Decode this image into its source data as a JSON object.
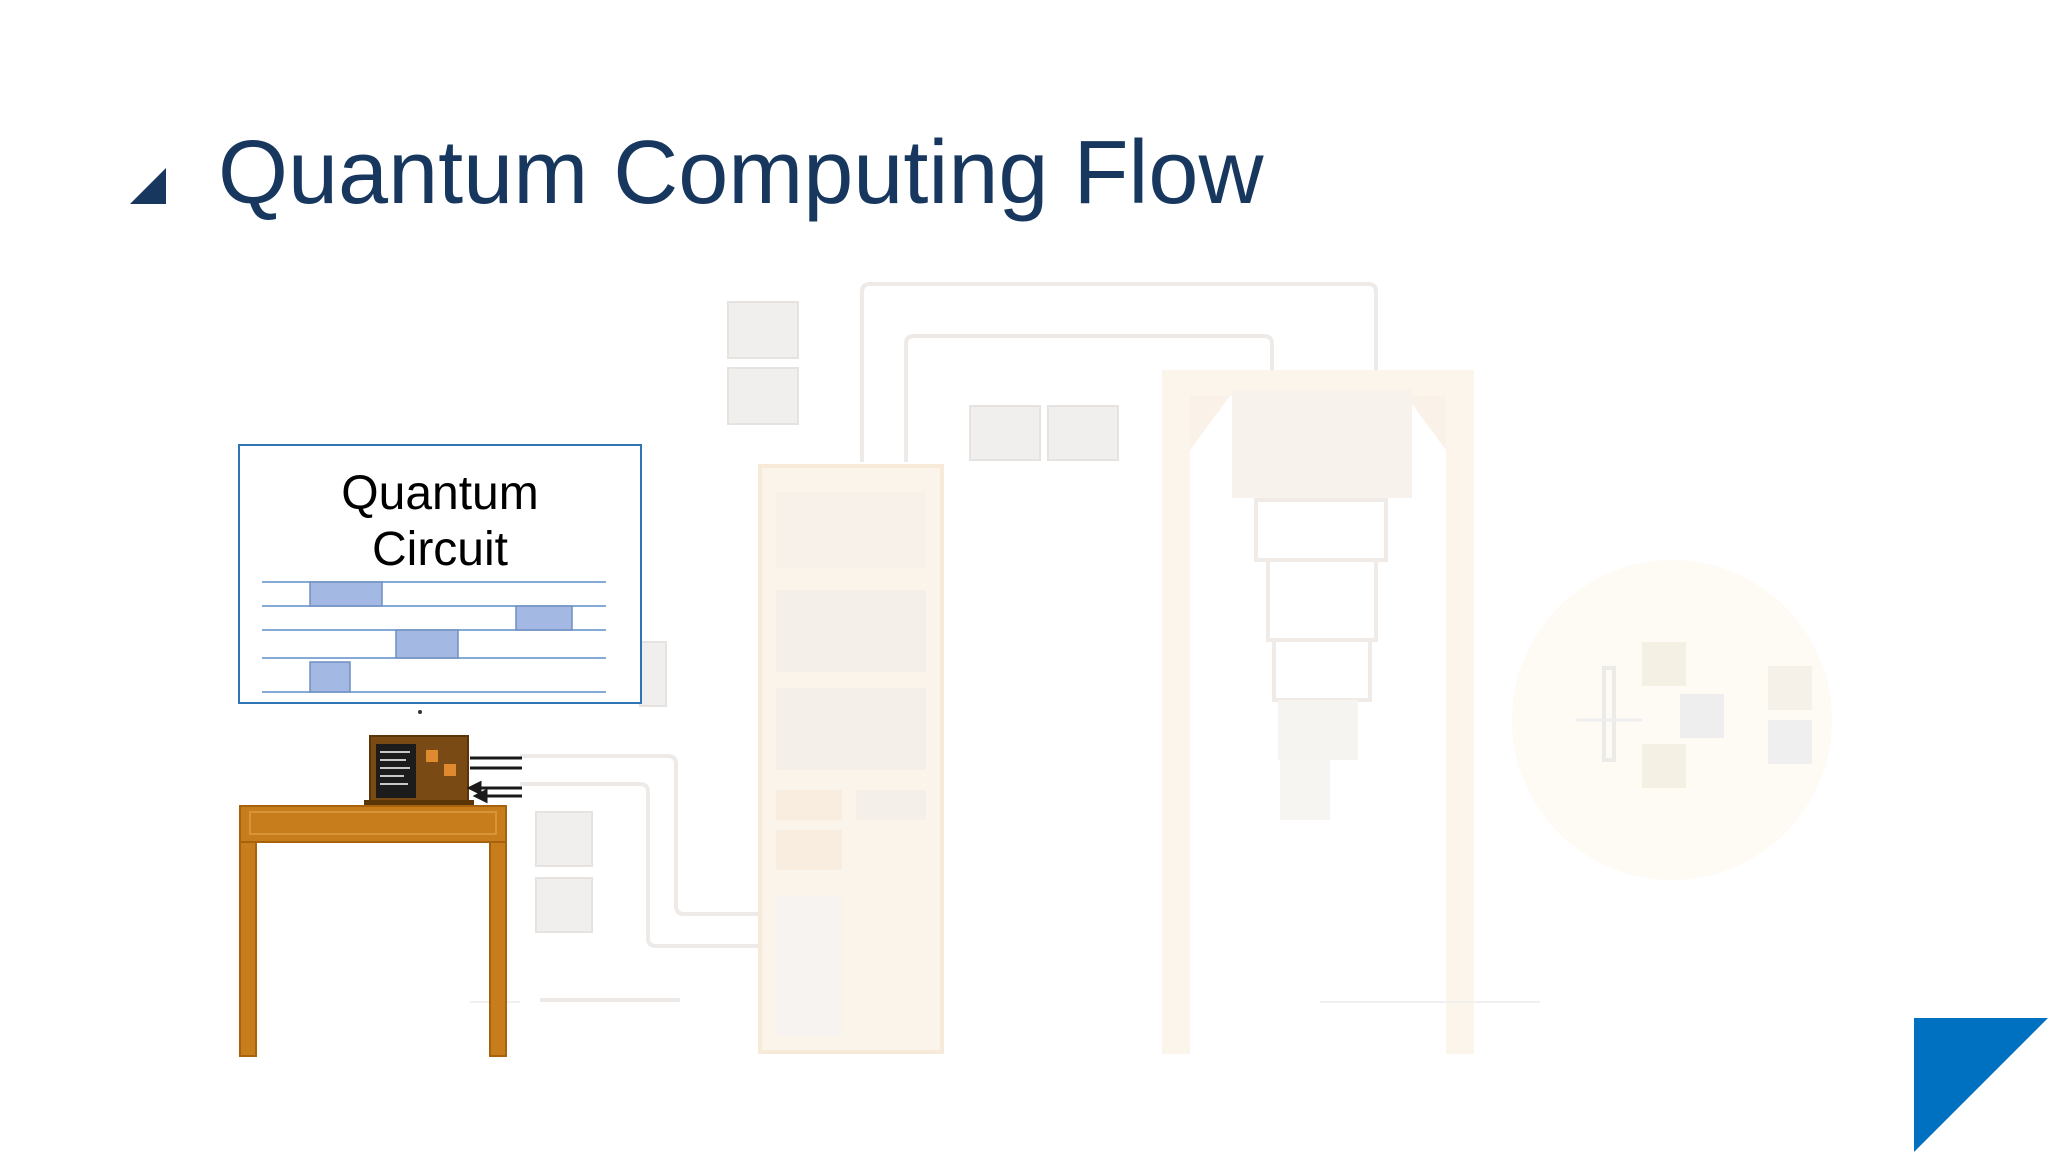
{
  "slide": {
    "title": "Quantum Computing Flow"
  },
  "circuit": {
    "label_line1": "Quantum",
    "label_line2": "Circuit"
  },
  "colors": {
    "title": "#17375e",
    "accent": "#0070c0",
    "circuit_border": "#2e75b6",
    "gate_fill": "#a4b8e4",
    "desk": "#c87d1c"
  },
  "icons": [
    "triangle-bullet-icon",
    "corner-accent-icon",
    "laptop-icon",
    "desk-icon",
    "cryostat-icon",
    "server-rack-icon",
    "qubit-chip-icon"
  ]
}
